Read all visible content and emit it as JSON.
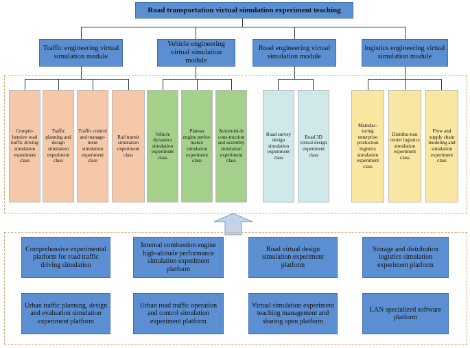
{
  "title": "Road transportation virtual simulation experiment teaching",
  "modules": [
    {
      "label": "Traffic engineering virtual simulation module",
      "classes": [
        "Compre-hensive road traffic driving simulation experiment class",
        "Traffic planning and design simulation experiment class",
        "Traffic control and manage-ment simulation experiment class",
        "Rail transit simulation experiment class"
      ]
    },
    {
      "label": "Vehicle engineering virtual simulation module",
      "classes": [
        "Vehicle dynamics simulation experiment class",
        "Plateau engine perfor-mance simulation experiment class",
        "Automobi-le cons-truction and assembly simulation experiment class"
      ]
    },
    {
      "label": "Road engineering virtual simulation module",
      "classes": [
        "Road survey design simulation experiment class",
        "Road 3D virtual design experiment class"
      ]
    },
    {
      "label": "logistics engineering virtual simulation module",
      "classes": [
        "Manufac-turing enterprise production logistics simulation experiment class",
        "Distribu-tion center logistics simulation experiment class",
        "Flow and supply chain modeling and simulation experiment class"
      ]
    }
  ],
  "platforms": [
    "Comprehensive experimental platform for road traffic driving simulation",
    "Internal combustion engine high-altitude performance simulation experiment platform",
    "Road virtual design simulation experiment platform",
    "Storage and distribution logistics simulation experiment platform",
    "Urban traffic planning, design and evaluation simulation experiment platform",
    "Urban road traffic operation and control simulation experiment platform",
    "Virtual simulation experiment teaching management and sharing open platform",
    "LAN specialized software platform"
  ],
  "colors": {
    "header_blue": "#5b8fd1",
    "traffic_classes": "#f4c8a8",
    "vehicle_classes": "#a4d08c",
    "road_classes": "#cfe8ea",
    "logistics_classes": "#f9e6a1",
    "dashed_border": "#d9a36a"
  }
}
